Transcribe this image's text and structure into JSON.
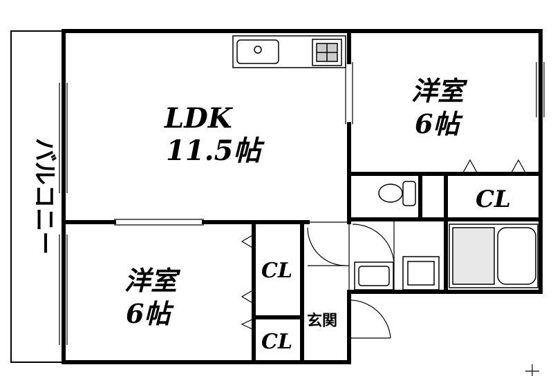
{
  "floor_plan": {
    "rooms": {
      "ldk_name": "LDK",
      "ldk_size": "11.5帖",
      "western_room_1_name": "洋室",
      "western_room_1_size": "6帖",
      "western_room_2_name": "洋室",
      "western_room_2_size": "6帖",
      "closet_1": "CL",
      "closet_2": "CL",
      "closet_3": "CL",
      "entrance": "玄関",
      "balcony": "バルコニー"
    }
  }
}
